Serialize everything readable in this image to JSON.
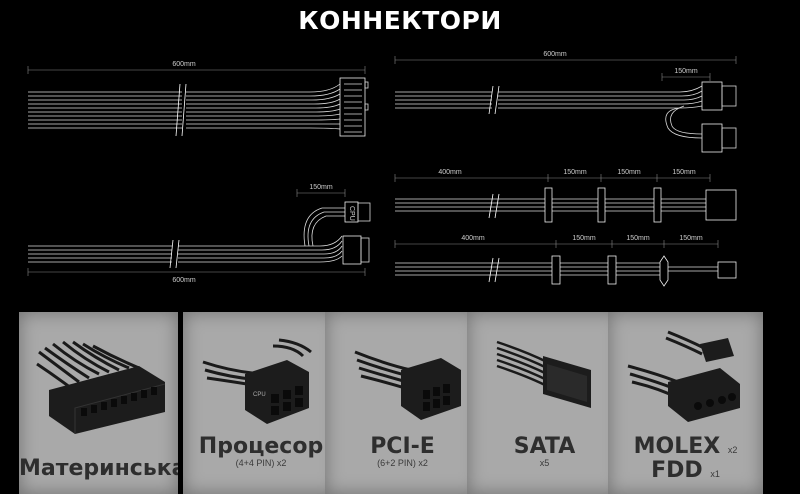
{
  "title": "КОННЕКТОРИ",
  "dimensions": {
    "main_top": "600mm",
    "main_bottom": "600mm",
    "cpu_branch": "150mm",
    "pcie_total": "600mm",
    "pcie_branch": "150mm",
    "sata_first": "400mm",
    "sata_seg1": "150mm",
    "sata_seg2": "150mm",
    "sata_seg3": "150mm",
    "molex_first": "400mm",
    "molex_seg1": "150mm",
    "molex_seg2": "150mm",
    "molex_seg3": "150mm"
  },
  "cpu_plug_label": "CPU",
  "cards": [
    {
      "name": "Материнська",
      "sub": ""
    },
    {
      "name": "Процесор",
      "sub": "(4+4 PIN) x2"
    },
    {
      "name": "PCI-E",
      "sub": "(6+2 PIN) x2"
    },
    {
      "name": "SATA",
      "sub": "x5"
    },
    {
      "name": "MOLEX",
      "count": "x2",
      "name2": "FDD",
      "count2": "x1"
    }
  ]
}
